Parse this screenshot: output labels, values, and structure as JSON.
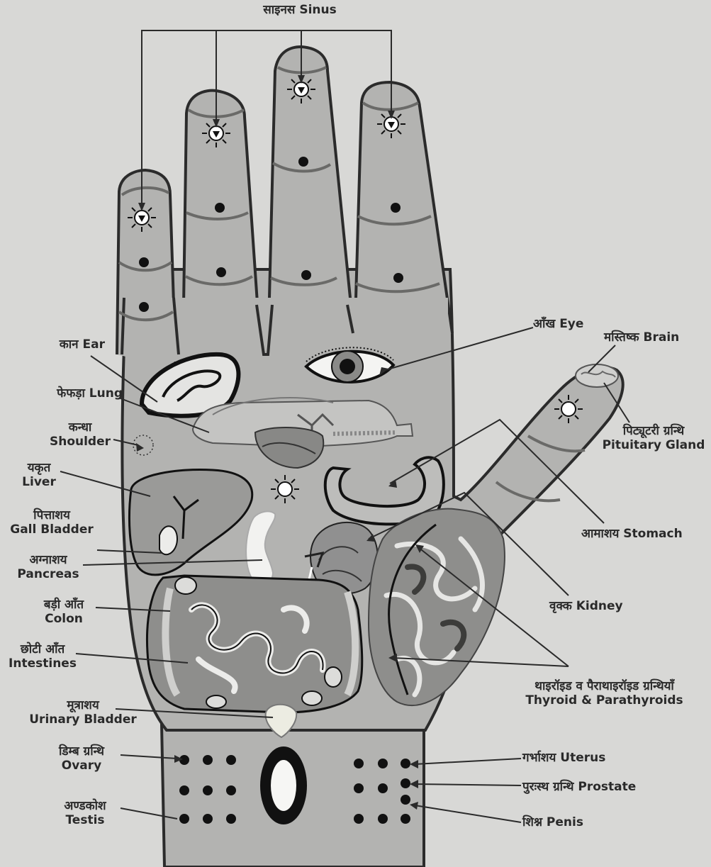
{
  "colors": {
    "background": "#d8d8d6",
    "skin": "#b3b3b1",
    "outline": "#2b2b2b",
    "organ": "#9a9a98"
  },
  "labels": {
    "sinus": "साइनस Sinus",
    "ear": "कान Ear",
    "lung": "फेफड़ा Lung",
    "shoulder_hi": "कन्धा",
    "shoulder_en": "Shoulder",
    "liver_hi": "यकृत",
    "liver_en": "Liver",
    "gall_hi": "पित्ताशय",
    "gall_en": "Gall Bladder",
    "pancreas_hi": "अग्नाशय",
    "pancreas_en": "Pancreas",
    "colon_hi": "बड़ी आँत",
    "colon_en": "Colon",
    "intestines_hi": "छोटी आँत",
    "intestines_en": "Intestines",
    "bladder_hi": "मूत्राशय",
    "bladder_en": "Urinary Bladder",
    "ovary_hi": "डिम्ब ग्रन्थि",
    "ovary_en": "Ovary",
    "testis_hi": "अण्डकोश",
    "testis_en": "Testis",
    "eye": "आँख Eye",
    "brain": "मस्तिष्क Brain",
    "pituitary_hi": "पिट्यूटरी ग्रन्थि",
    "pituitary_en": "Pituitary Gland",
    "stomach": "आमाशय Stomach",
    "kidney": "वृक्क Kidney",
    "thyroid_hi": "थाइरॉइड व पैराथाइरॉइड ग्रन्थियाँ",
    "thyroid_en": "Thyroid & Parathyroids",
    "uterus": "गर्भाशय Uterus",
    "prostate": "पुरःस्थ ग्रन्थि Prostate",
    "penis": "शिश्न Penis"
  }
}
